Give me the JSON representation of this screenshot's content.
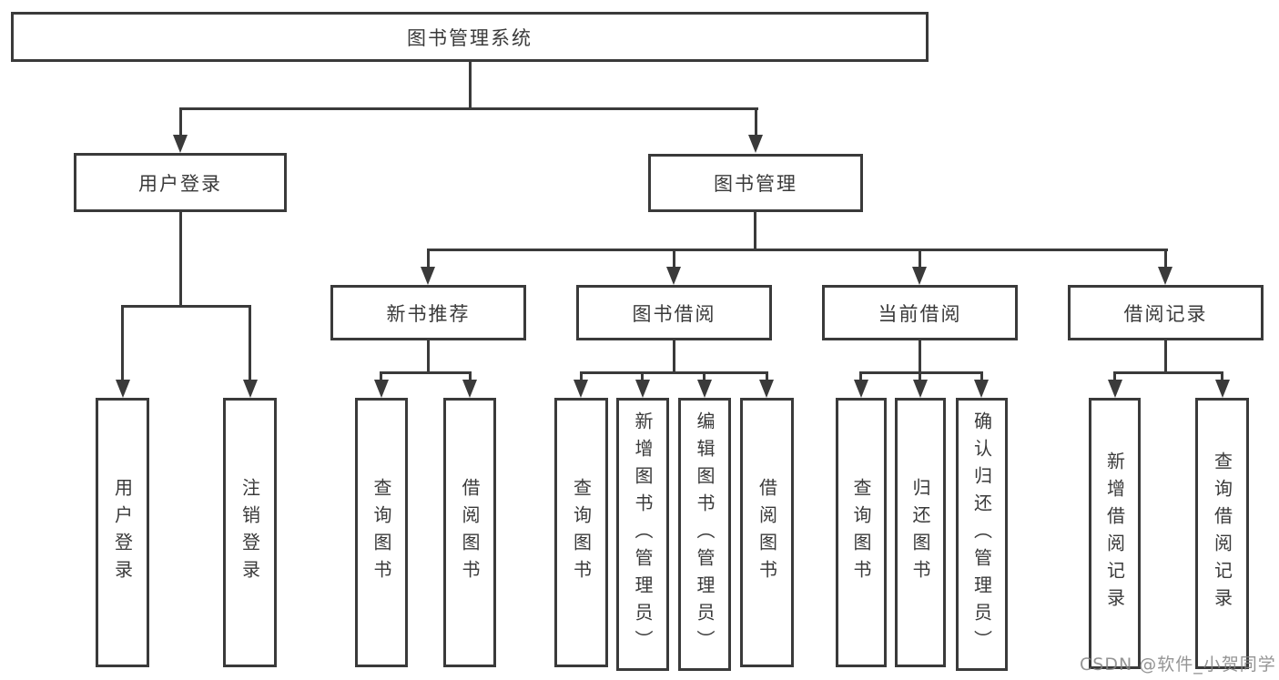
{
  "diagram": {
    "root": {
      "label": "图书管理系统"
    },
    "login": {
      "label": "用户登录",
      "children": [
        {
          "label": "用户登录"
        },
        {
          "label": "注销登录"
        }
      ]
    },
    "mgmt": {
      "label": "图书管理",
      "sections": [
        {
          "label": "新书推荐",
          "children": [
            {
              "label": "查询图书"
            },
            {
              "label": "借阅图书"
            }
          ]
        },
        {
          "label": "图书借阅",
          "children": [
            {
              "label": "查询图书"
            },
            {
              "label": "新增图书（管理员）"
            },
            {
              "label": "编辑图书（管理员）"
            },
            {
              "label": "借阅图书"
            }
          ]
        },
        {
          "label": "当前借阅",
          "children": [
            {
              "label": "查询图书"
            },
            {
              "label": "归还图书"
            },
            {
              "label": "确认归还（管理员）"
            }
          ]
        },
        {
          "label": "借阅记录",
          "children": [
            {
              "label": "新增借阅记录"
            },
            {
              "label": "查询借阅记录"
            }
          ]
        }
      ]
    },
    "watermark": {
      "text": "CSDN @软件_小贺同学"
    },
    "colors": {
      "line": "#3a3a3a",
      "text": "#3a3a3a",
      "background": "#ffffff",
      "watermark": "#828282"
    }
  }
}
